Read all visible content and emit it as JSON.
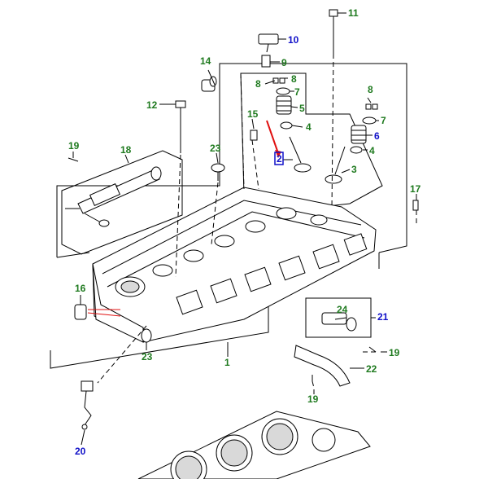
{
  "callouts": {
    "c1": "1",
    "c2": "2",
    "c3": "3",
    "c4a": "4",
    "c4b": "4",
    "c5": "5",
    "c6": "6",
    "c7a": "7",
    "c7b": "7",
    "c8a": "8",
    "c8b": "8",
    "c8c": "8",
    "c9": "9",
    "c10": "10",
    "c11": "11",
    "c12": "12",
    "c14": "14",
    "c15": "15",
    "c16": "16",
    "c17": "17",
    "c18": "18",
    "c19a": "19",
    "c19b": "19",
    "c19c": "19",
    "c20": "20",
    "c21": "21",
    "c22": "22",
    "c23a": "23",
    "c23b": "23",
    "c24": "24"
  },
  "colors": {
    "callout_green": "#1f7a1f",
    "callout_blue": "#1010c8",
    "highlight_blue": "#1010c8",
    "pointer_red": "#e01010"
  },
  "highlighted_callout": "2",
  "blue_callouts": [
    "2",
    "6",
    "10",
    "20",
    "21"
  ]
}
